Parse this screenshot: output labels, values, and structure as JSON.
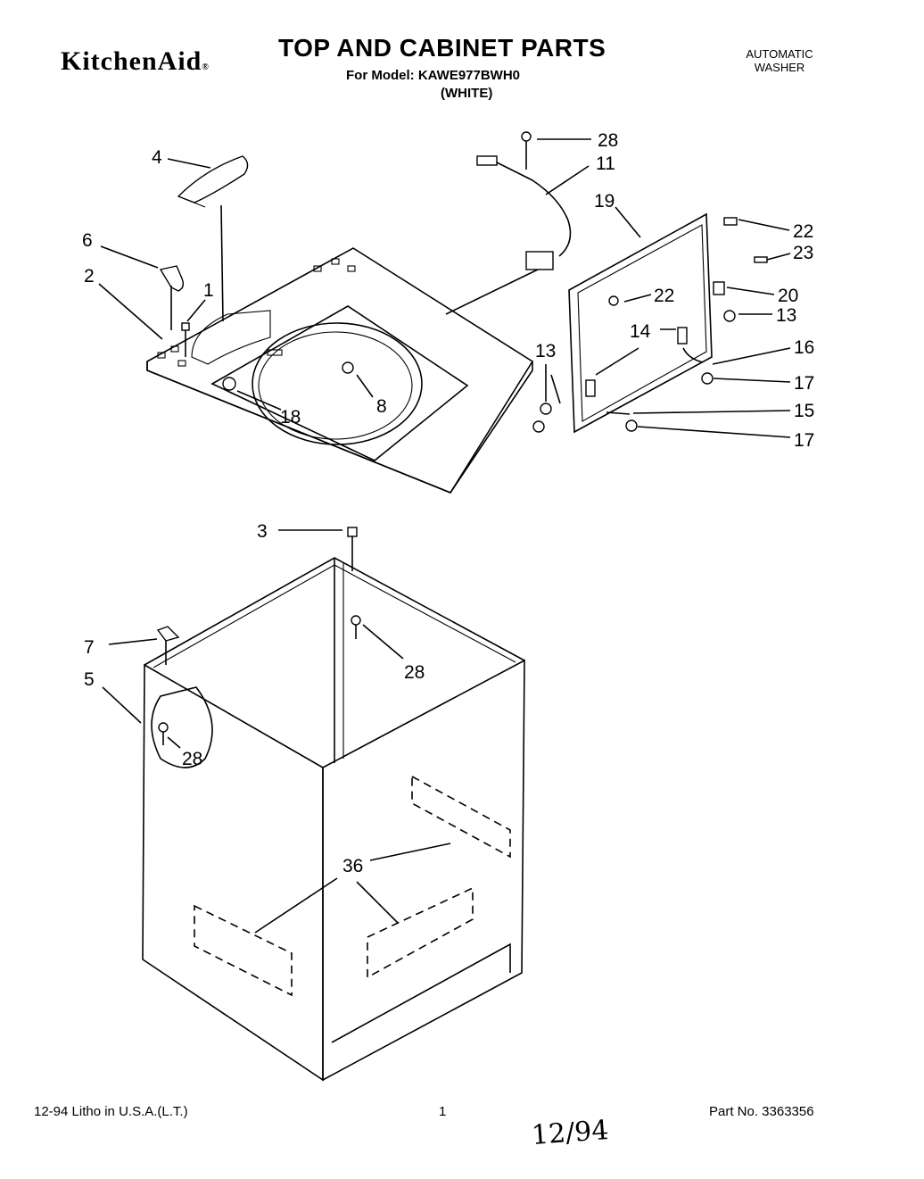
{
  "header": {
    "brand": "KitchenAid",
    "brand_mark": "®",
    "title": "TOP AND CABINET PARTS",
    "model_line": "For Model: KAWE977BWH0",
    "variant": "(WHITE)",
    "product_type": [
      "AUTOMATIC",
      "WASHER"
    ]
  },
  "footer": {
    "date_print": "12-94  Litho in U.S.A.(L.T.)",
    "page_number": "1",
    "part_number": "Part No. 3363356",
    "handwritten_note": "12/94"
  },
  "callouts": {
    "c1": "1",
    "c2": "2",
    "c3": "3",
    "c4": "4",
    "c5": "5",
    "c6": "6",
    "c7": "7",
    "c8": "8",
    "c11": "11",
    "c13a": "13",
    "c13b": "13",
    "c14": "14",
    "c15": "15",
    "c16": "16",
    "c17a": "17",
    "c17b": "17",
    "c18": "18",
    "c19": "19",
    "c20": "20",
    "c22a": "22",
    "c22b": "22",
    "c23": "23",
    "c28a": "28",
    "c28b": "28",
    "c28c": "28",
    "c36": "36"
  }
}
